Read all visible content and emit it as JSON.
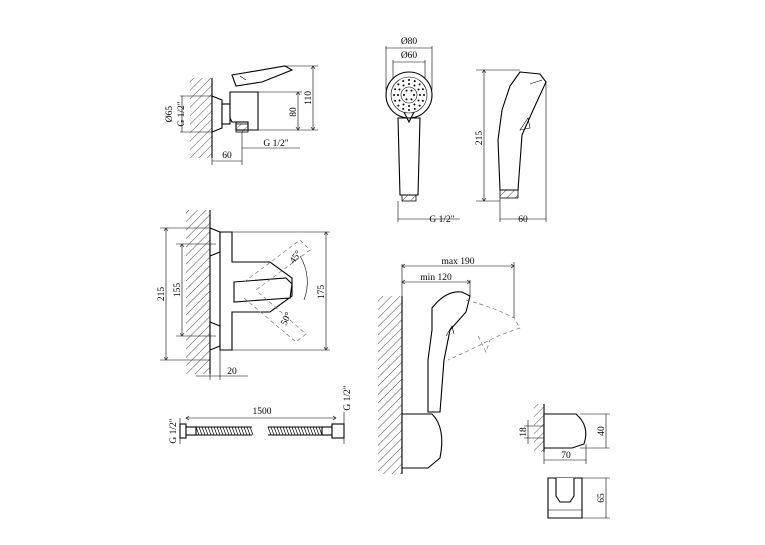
{
  "view_top_faucet": {
    "dim_height_total": "110",
    "dim_height_body": "80",
    "dim_diameter": "Ø65",
    "dim_thread_side": "G 1/2\"",
    "dim_depth": "60",
    "dim_thread_bottom": "G 1/2\""
  },
  "view_handshower_front": {
    "dim_outer_diameter": "Ø80",
    "dim_inner_diameter": "Ø60",
    "dim_length": "215",
    "dim_thread": "G 1/2\""
  },
  "view_handshower_side": {
    "dim_width": "60"
  },
  "view_faucet_front": {
    "dim_total_height": "215",
    "dim_center_distance": "155",
    "dim_body_height": "175",
    "dim_lever_angle_up": "45°",
    "dim_lever_angle_down": "50°",
    "dim_offset": "20"
  },
  "view_hose": {
    "dim_thread_left": "G 1/2\"",
    "dim_length": "1500",
    "dim_thread_right": "G 1/2\""
  },
  "view_wall_holder": {
    "dim_max_reach": "max 190",
    "dim_min_reach": "min 120"
  },
  "view_holder_detail": {
    "dim_width": "18",
    "dim_height": "40",
    "dim_depth": "70",
    "dim_front_height": "65"
  }
}
